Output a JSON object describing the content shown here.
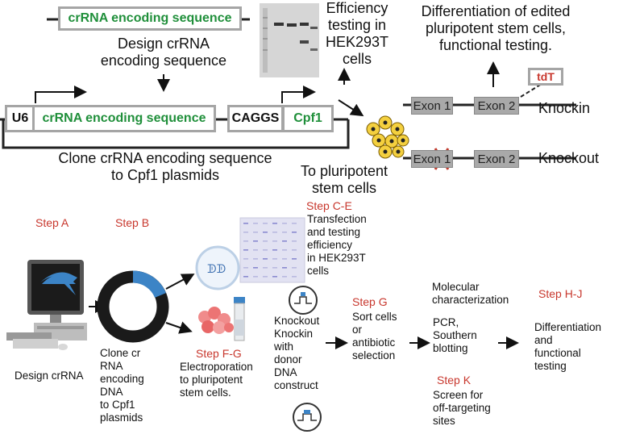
{
  "top": {
    "crna_top_label": "crRNA encoding sequence",
    "design_text": "Design crRNA\nencoding sequence",
    "efficiency_text": "Efficiency\ntesting in\nHEK293T\ncells",
    "differentiation_text": "Differentiation of edited\npluripotent stem cells,\nfunctional testing.",
    "plasmid": {
      "u6": "U6",
      "crna": "crRNA encoding sequence",
      "caggs": "CAGGS",
      "cpf1": "Cpf1"
    },
    "clone_text": "Clone crRNA encoding sequence\nto Cpf1 plasmids",
    "to_stem_text": "To pluripotent\nstem cells",
    "knockin": {
      "exon1": "Exon 1",
      "exon2": "Exon 2",
      "tdt": "tdT",
      "label": "Knockin"
    },
    "knockout": {
      "exon1": "Exon 1",
      "exon2": "Exon 2",
      "label": "Knockout"
    }
  },
  "bottom": {
    "step_a": "Step A",
    "step_b": "Step B",
    "step_ce": "Step C-E",
    "step_ce_text": "Transfection\nand testing\nefficiency\nin HEK293T\ncells",
    "design_crna": "Design crRNA",
    "clone_text": "Clone cr\nRNA\nencoding\nDNA\nto Cpf1\nplasmids",
    "step_fg": "Step F-G",
    "step_fg_text": "Electroporation\nto pluripotent\nstem cells.",
    "knock_text": "Knockout\nKnockin\nwith\ndonor\nDNA\nconstruct",
    "step_g": "Step G",
    "step_g_text": "Sort cells\nor\nantibiotic\nselection",
    "molecular": "Molecular\ncharacterization",
    "pcr_text": "PCR,\nSouthern\nblotting",
    "step_k": "Step K",
    "step_k_text": "Screen for\noff-targeting\nsites",
    "step_hj": "Step H-J",
    "step_hj_text": "Differentiation\nand\nfunctional\ntesting"
  },
  "colors": {
    "green": "#1f8f3a",
    "red": "#c8372d",
    "box_border": "#a5a5a5",
    "exon_fill": "#a9a9a9"
  }
}
